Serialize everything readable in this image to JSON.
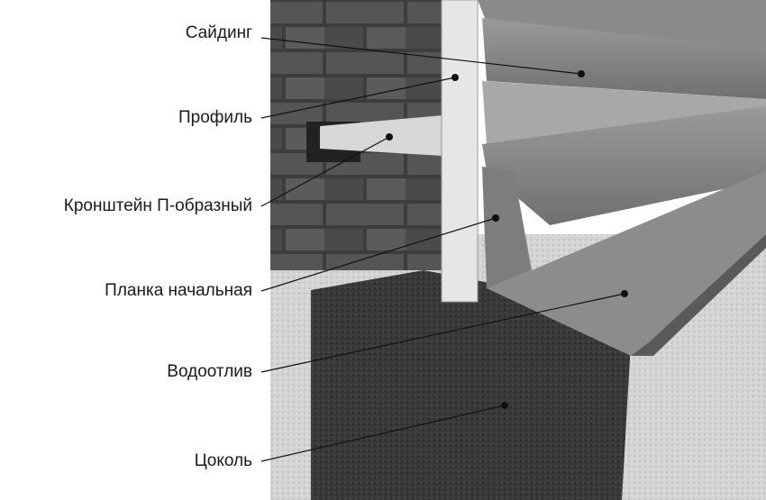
{
  "labels": {
    "siding": "Сайдинг",
    "profile": "Профиль",
    "bracket": "Кронштейн П-образный",
    "starter_strip": "Планка начальная",
    "drip": "Водоотлив",
    "plinth": "Цоколь"
  }
}
